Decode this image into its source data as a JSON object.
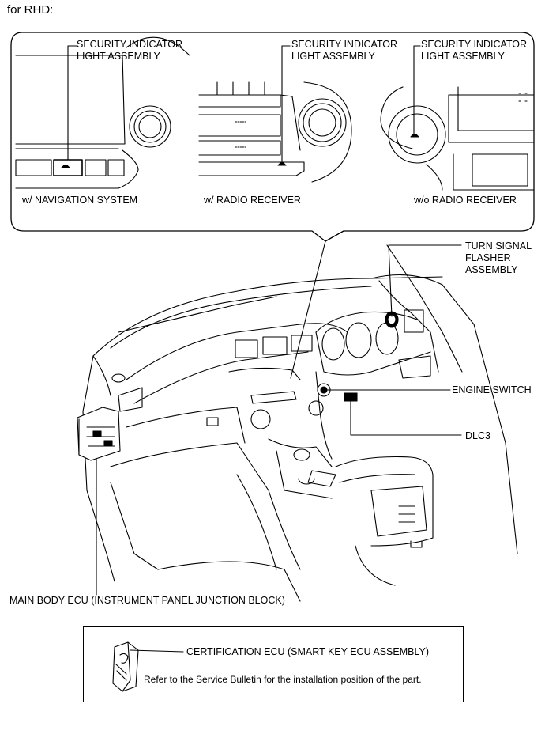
{
  "heading": "for RHD:",
  "callouts": {
    "security_left": "SECURITY INDICATOR\nLIGHT ASSEMBLY",
    "security_mid": "SECURITY INDICATOR\nLIGHT ASSEMBLY",
    "security_right": "SECURITY INDICATOR\nLIGHT ASSEMBLY",
    "variant_nav": "w/ NAVIGATION SYSTEM",
    "variant_radio": "w/ RADIO RECEIVER",
    "variant_no_radio": "w/o RADIO RECEIVER",
    "turn_signal": "TURN SIGNAL\nFLASHER\nASSEMBLY",
    "engine_switch": "ENGINE SWITCH",
    "dlc3": "DLC3",
    "main_body_ecu": "MAIN BODY ECU (INSTRUMENT PANEL JUNCTION BLOCK)"
  },
  "certification": {
    "title": "CERTIFICATION ECU (SMART KEY ECU ASSEMBLY)",
    "note": "Refer to the Service Bulletin for the installation position of the part."
  }
}
